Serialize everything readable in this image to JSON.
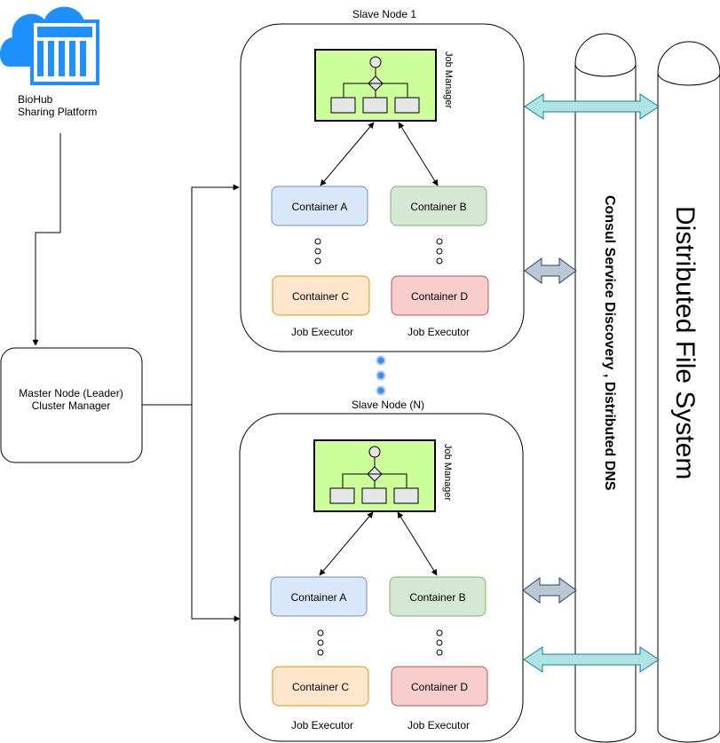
{
  "platform": {
    "line1": "BioHub",
    "line2": "Sharing Platform",
    "icon": "cloud-container-icon"
  },
  "master": {
    "line1": "Master Node (Leader)",
    "line2": "Cluster Manager"
  },
  "slave_nodes": [
    {
      "title": "Slave Node 1",
      "job_manager": "Job Manager",
      "containers": [
        "Container A",
        "Container B",
        "Container C",
        "Container D"
      ],
      "executor_left": "Job Executor",
      "executor_right": "Job Executor"
    },
    {
      "title": "Slave Node (N)",
      "job_manager": "Job Manager",
      "containers": [
        "Container A",
        "Container B",
        "Container C",
        "Container D"
      ],
      "executor_left": "Job Executor",
      "executor_right": "Job Executor"
    }
  ],
  "consul": {
    "label": "Consul Service Discovery , Distributed DNS"
  },
  "dfs": {
    "label": "Distributed File System"
  },
  "colors": {
    "container_a_fill": "#dae8fc",
    "container_a_stroke": "#6c8ebf",
    "container_b_fill": "#d5e8d4",
    "container_b_stroke": "#82b366",
    "container_c_fill": "#ffe6cc",
    "container_c_stroke": "#d79b00",
    "container_d_fill": "#f8cecc",
    "container_d_stroke": "#b85450",
    "job_manager_fill": "#ccff99",
    "cyan_arrow": "#b0e3e6",
    "gray_arrow": "#bac8d3",
    "cloud": "#1e90ff",
    "blue_dot": "#3a8ee6"
  }
}
